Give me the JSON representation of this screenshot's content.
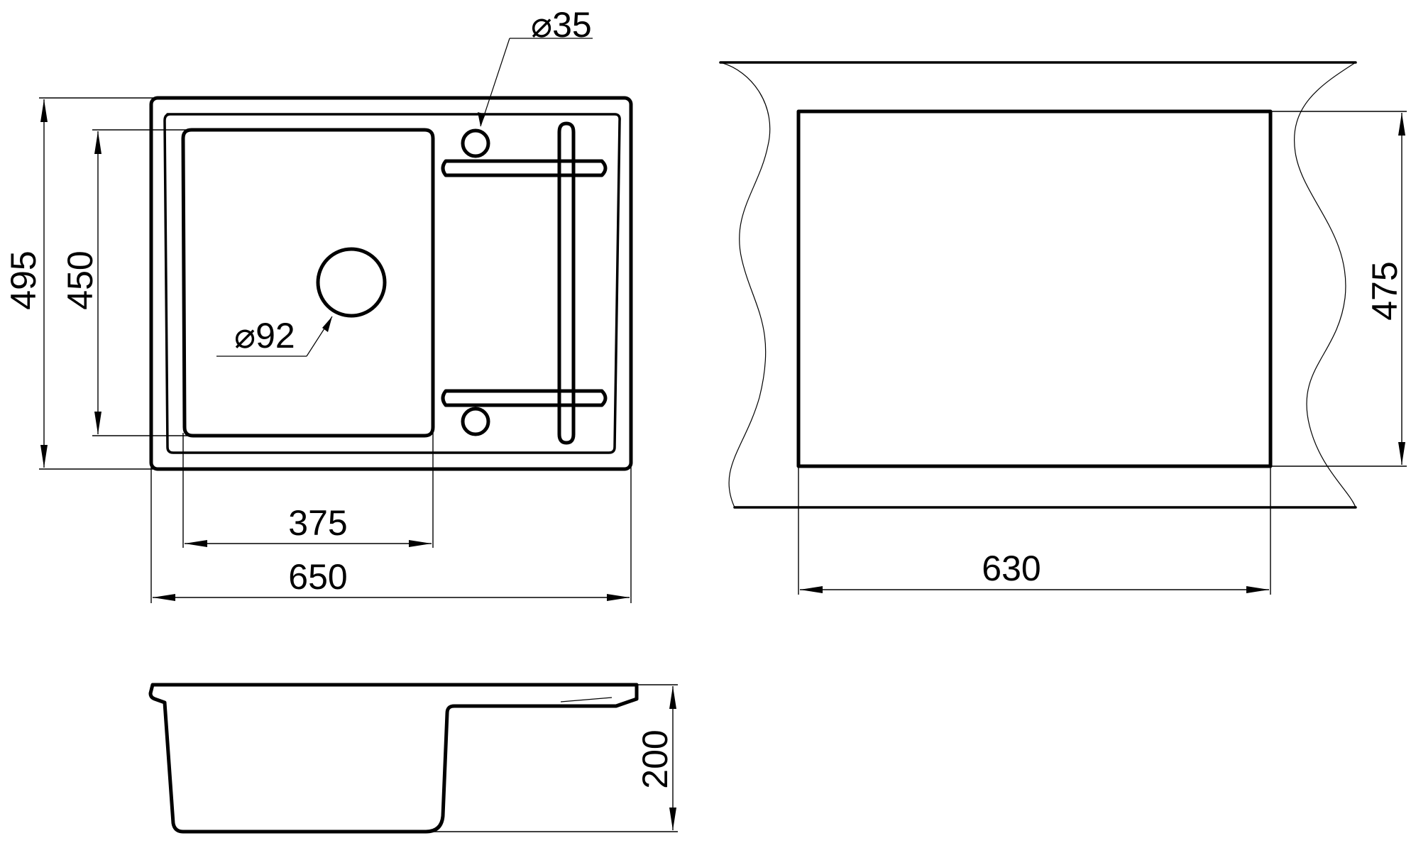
{
  "dimensions": {
    "overall_height": "495",
    "bowl_height": "450",
    "bowl_width": "375",
    "overall_width": "650",
    "cutout_width": "630",
    "cutout_height": "475",
    "depth": "200",
    "drain_diameter": "92",
    "tap_hole_diameter": "35"
  },
  "symbols": {
    "diameter": "⌀"
  },
  "colors": {
    "line": "#000000",
    "background": "#ffffff"
  }
}
